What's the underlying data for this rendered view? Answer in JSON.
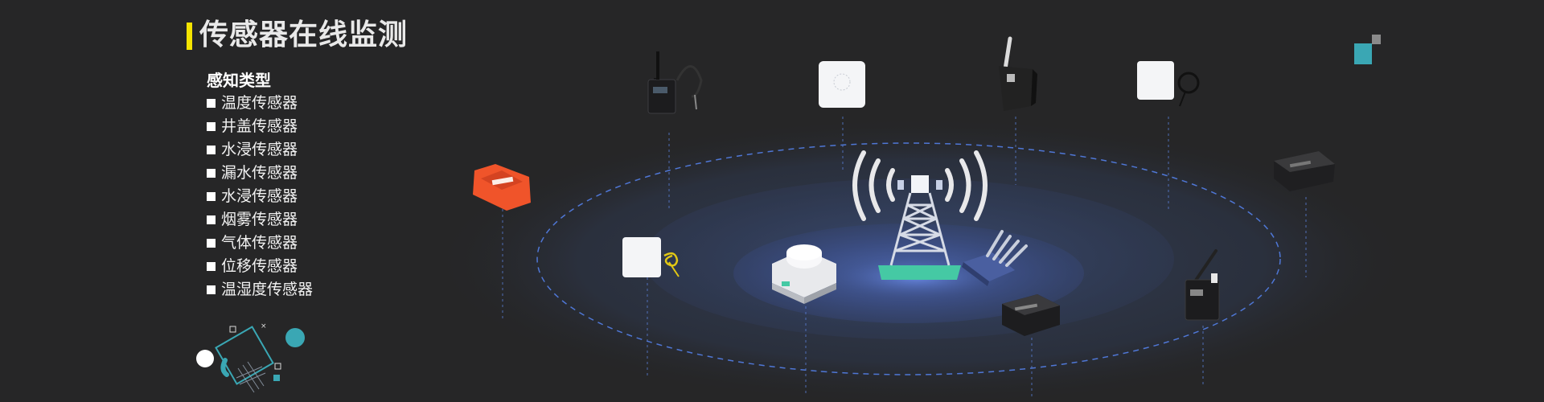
{
  "page": {
    "title": "传感器在线监测",
    "list_heading": "感知类型",
    "sensor_types": [
      "温度传感器",
      "井盖传感器",
      "水浸传感器",
      "漏水传感器",
      "水浸传感器",
      "烟雾传感器",
      "气体传感器",
      "位移传感器",
      "温湿度传感器"
    ]
  },
  "colors": {
    "background": "#262627",
    "accent_bar": "#f5e400",
    "teal": "#3aa7b4",
    "tower_base": "#45c9a4",
    "ring_dash": "#4f77d6"
  },
  "devices": [
    {
      "icon": "wireless-gateway-icon"
    },
    {
      "icon": "white-sensor-icon"
    },
    {
      "icon": "antenna-terminal-icon"
    },
    {
      "icon": "probe-sensor-icon"
    },
    {
      "icon": "orange-sensor-icon"
    },
    {
      "icon": "yellow-cable-sensor-icon"
    },
    {
      "icon": "smoke-detector-icon"
    },
    {
      "icon": "router-icon"
    },
    {
      "icon": "black-module-icon"
    },
    {
      "icon": "antenna-box-icon"
    },
    {
      "icon": "black-box-icon"
    }
  ]
}
